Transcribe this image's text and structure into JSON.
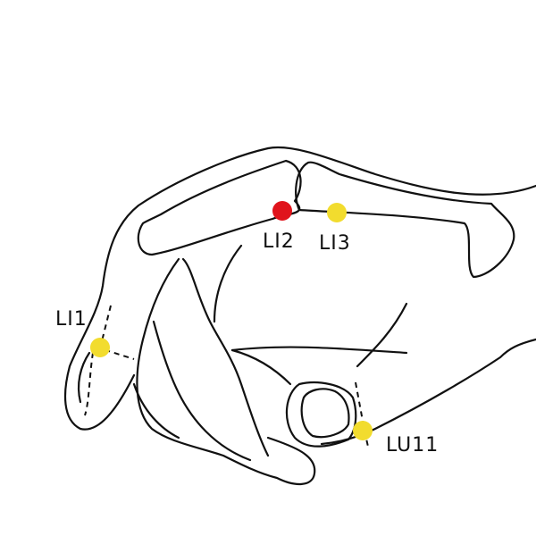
{
  "points": [
    {
      "id": "LI1",
      "label": "LI1",
      "color": "#f2dc2e"
    },
    {
      "id": "LI2",
      "label": "LI2",
      "color": "#e0141c"
    },
    {
      "id": "LI3",
      "label": "LI3",
      "color": "#f2dc2e"
    },
    {
      "id": "LU11",
      "label": "LU11",
      "color": "#f2dc2e"
    }
  ]
}
